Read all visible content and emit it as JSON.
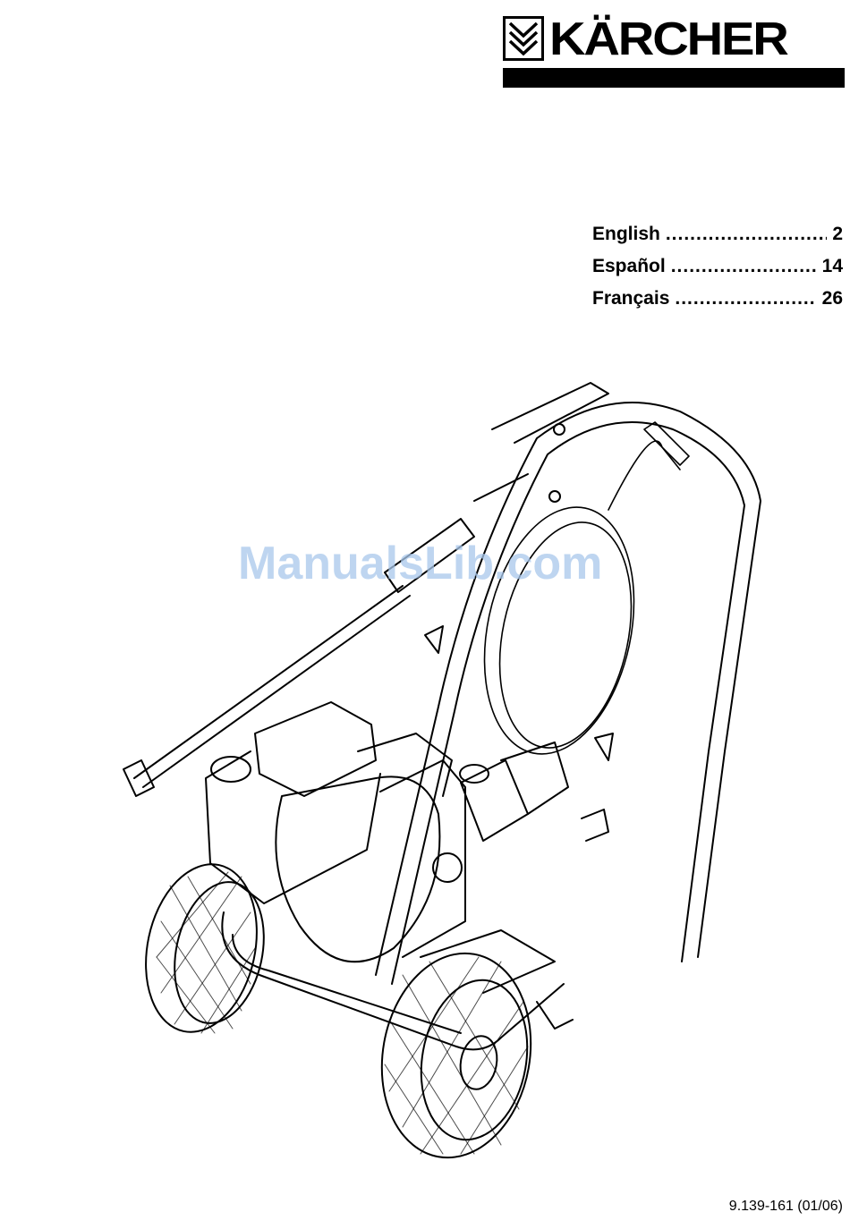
{
  "brand": {
    "name": "KÄRCHER",
    "logo_icon": "triple-chevron-logo-icon"
  },
  "toc": {
    "entries": [
      {
        "language": "English",
        "page": "2"
      },
      {
        "language": "Español",
        "page": "14"
      },
      {
        "language": "Français",
        "page": "26"
      }
    ]
  },
  "illustration": {
    "icon": "pressure-washer-illustration"
  },
  "watermark": {
    "text": "ManualsLib.com"
  },
  "footer": {
    "document_number": "9.139-161 (01/06)"
  }
}
